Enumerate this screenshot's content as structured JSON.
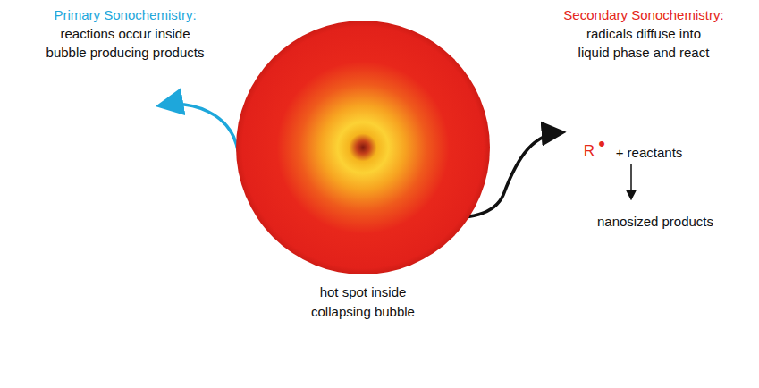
{
  "diagram": {
    "nodes": [
      {
        "text": [
          "hot spot inside collapsing bubble"
        ]
      }
    ],
    "labels": [
      "Primary Sonochemistry:",
      "reactions occur inside bubble producing products",
      "Secondary Sonochemistry:",
      "radicals diffuse into liquid phase and react",
      "R",
      "•",
      "+ reactants",
      "nanosized products"
    ]
  }
}
